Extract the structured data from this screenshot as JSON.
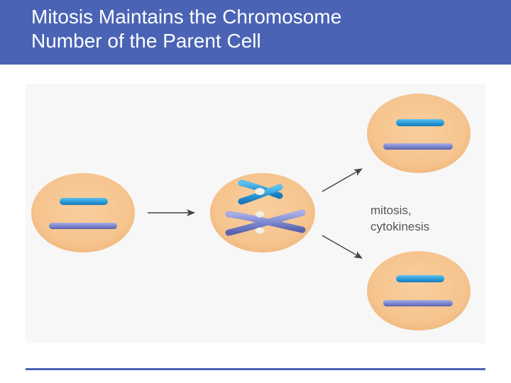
{
  "slide": {
    "title_line1": "Mitosis Maintains the Chromosome",
    "title_line2": "Number of the Parent Cell"
  },
  "diagram": {
    "caption_line1": "mitosis,",
    "caption_line2": "cytokinesis"
  },
  "colors": {
    "title_bar": "#4a63b4",
    "cell_fill": "#f6c48e",
    "chromosome_light": "#2a9ad8",
    "chromosome_dark": "#7a84cc",
    "centromere": "#f2efe6",
    "arrow": "#444444"
  }
}
